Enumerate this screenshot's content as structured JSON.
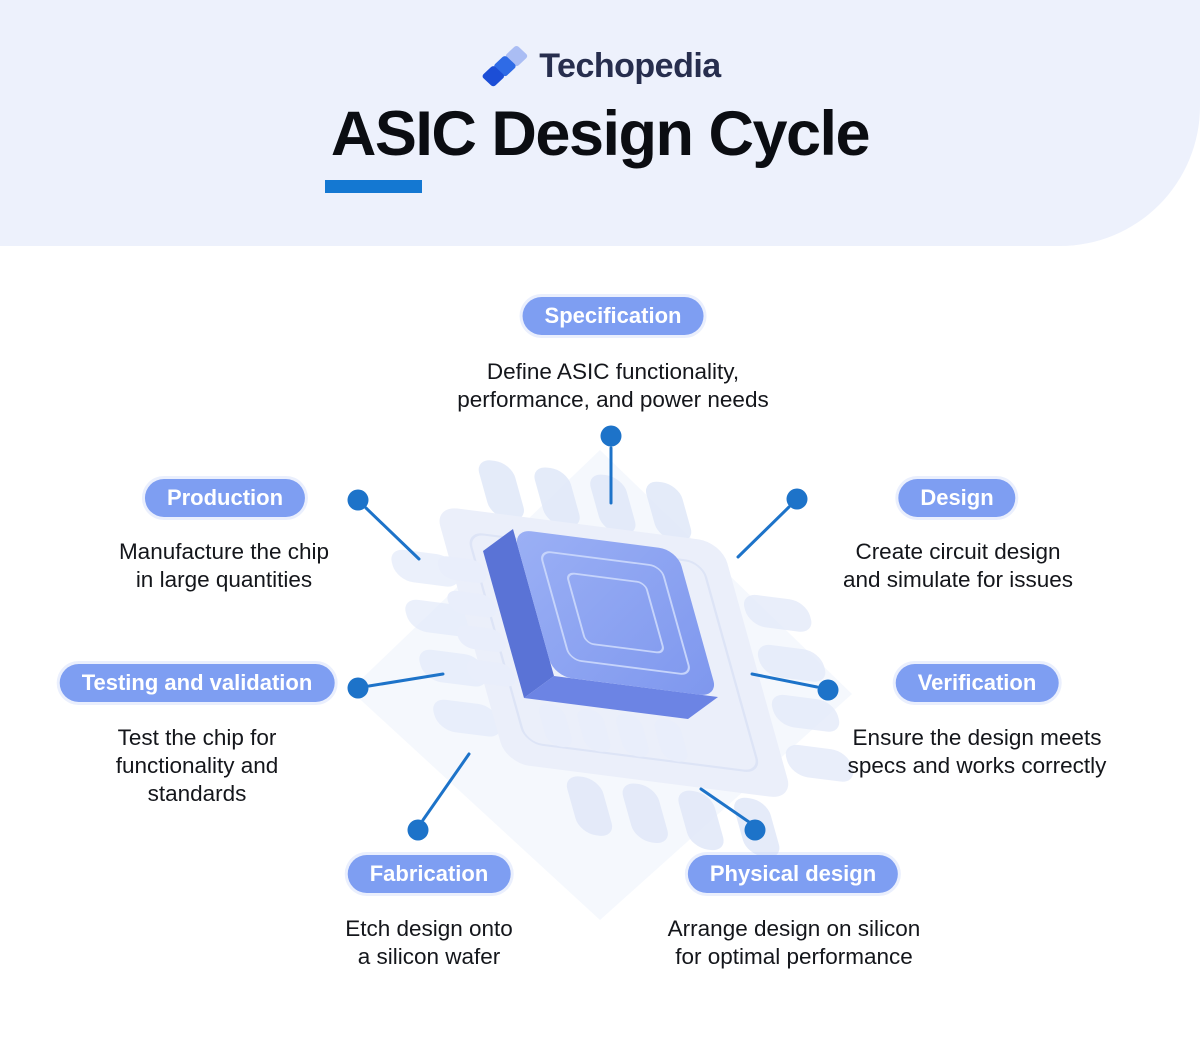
{
  "header": {
    "logo_text": "Techopedia",
    "title": "ASIC Design Cycle"
  },
  "icons": {
    "logo_mark": "three-layered-parallelograms",
    "microchip": "isometric-microchip-illustration",
    "connector_dot": "filled-circle"
  },
  "colors": {
    "header_bg": "#edf1fc",
    "title_text": "#0b0d12",
    "title_underline": "#1478d2",
    "pill_bg": "#7e9ef2",
    "pill_text": "#ffffff",
    "body_text": "#14161b",
    "connector": "#1d73c9",
    "logo_dark": "#1c4ed6",
    "logo_mid": "#2f6be6",
    "logo_light": "#aabdf4",
    "chip_top_face": "#8aa2f0",
    "chip_left_face": "#5a73d6",
    "chip_bottom_face": "#6c84e4",
    "chip_board": "#ebeffa"
  },
  "stages": [
    {
      "id": "specification",
      "label": "Specification",
      "description": "Define ASIC functionality, performance, and power needs",
      "lines": [
        "Define ASIC functionality,",
        "performance, and power needs"
      ]
    },
    {
      "id": "design",
      "label": "Design",
      "description": "Create circuit design and simulate for issues",
      "lines": [
        "Create circuit design",
        "and simulate for issues"
      ]
    },
    {
      "id": "verification",
      "label": "Verification",
      "description": "Ensure the design meets specs and works correctly",
      "lines": [
        "Ensure the design meets",
        "specs and works correctly"
      ]
    },
    {
      "id": "physical-design",
      "label": "Physical design",
      "description": "Arrange design on silicon for optimal performance",
      "lines": [
        "Arrange design on silicon",
        "for optimal performance"
      ]
    },
    {
      "id": "fabrication",
      "label": "Fabrication",
      "description": "Etch design onto a silicon wafer",
      "lines": [
        "Etch design onto",
        "a silicon wafer"
      ]
    },
    {
      "id": "testing-and-validation",
      "label": "Testing and validation",
      "description": "Test the chip for functionality and standards",
      "lines": [
        "Test the chip for",
        "functionality and",
        "standards"
      ]
    },
    {
      "id": "production",
      "label": "Production",
      "description": "Manufacture the chip in large quantities",
      "lines": [
        "Manufacture the chip",
        "in large quantities"
      ]
    }
  ]
}
